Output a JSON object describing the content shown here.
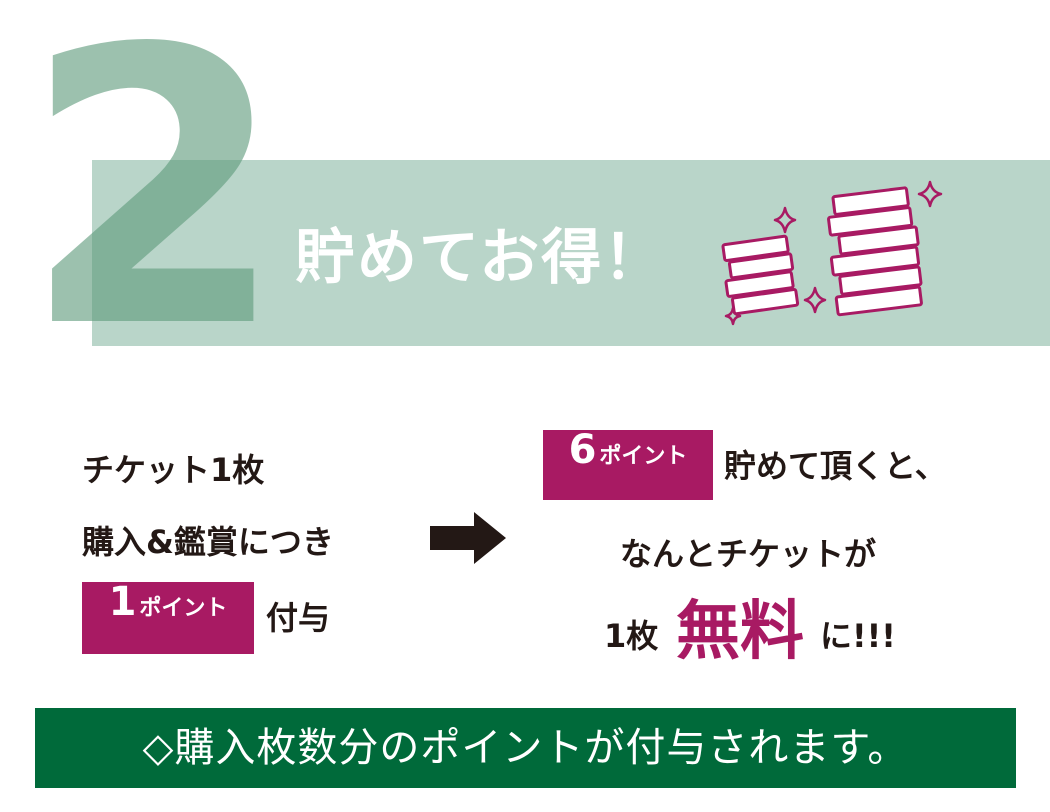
{
  "hero": {
    "number": "2",
    "headline": "貯めてお得！"
  },
  "left": {
    "line1": "チケット1枚",
    "line2": "購入&鑑賞につき",
    "badge_number": "1",
    "badge_unit": "ポイント",
    "suffix": "付与"
  },
  "right": {
    "badge_number": "6",
    "badge_unit": "ポイント",
    "line1_rest": "貯めて頂くと、",
    "line2": "なんとチケットが",
    "line3_prefix": "1枚",
    "line3_free": "無料",
    "line3_suffix": "に!!!"
  },
  "footer": {
    "text": "◇購入枚数分のポイントが付与されます。"
  },
  "colors": {
    "band": "#b9d5c9",
    "numeral": "#609b7d",
    "accent": "#a81a63",
    "footer_bg": "#006a3a",
    "text": "#231815"
  },
  "icons": [
    "coin-stack-icon",
    "sparkle-icon",
    "right-arrow-icon"
  ]
}
